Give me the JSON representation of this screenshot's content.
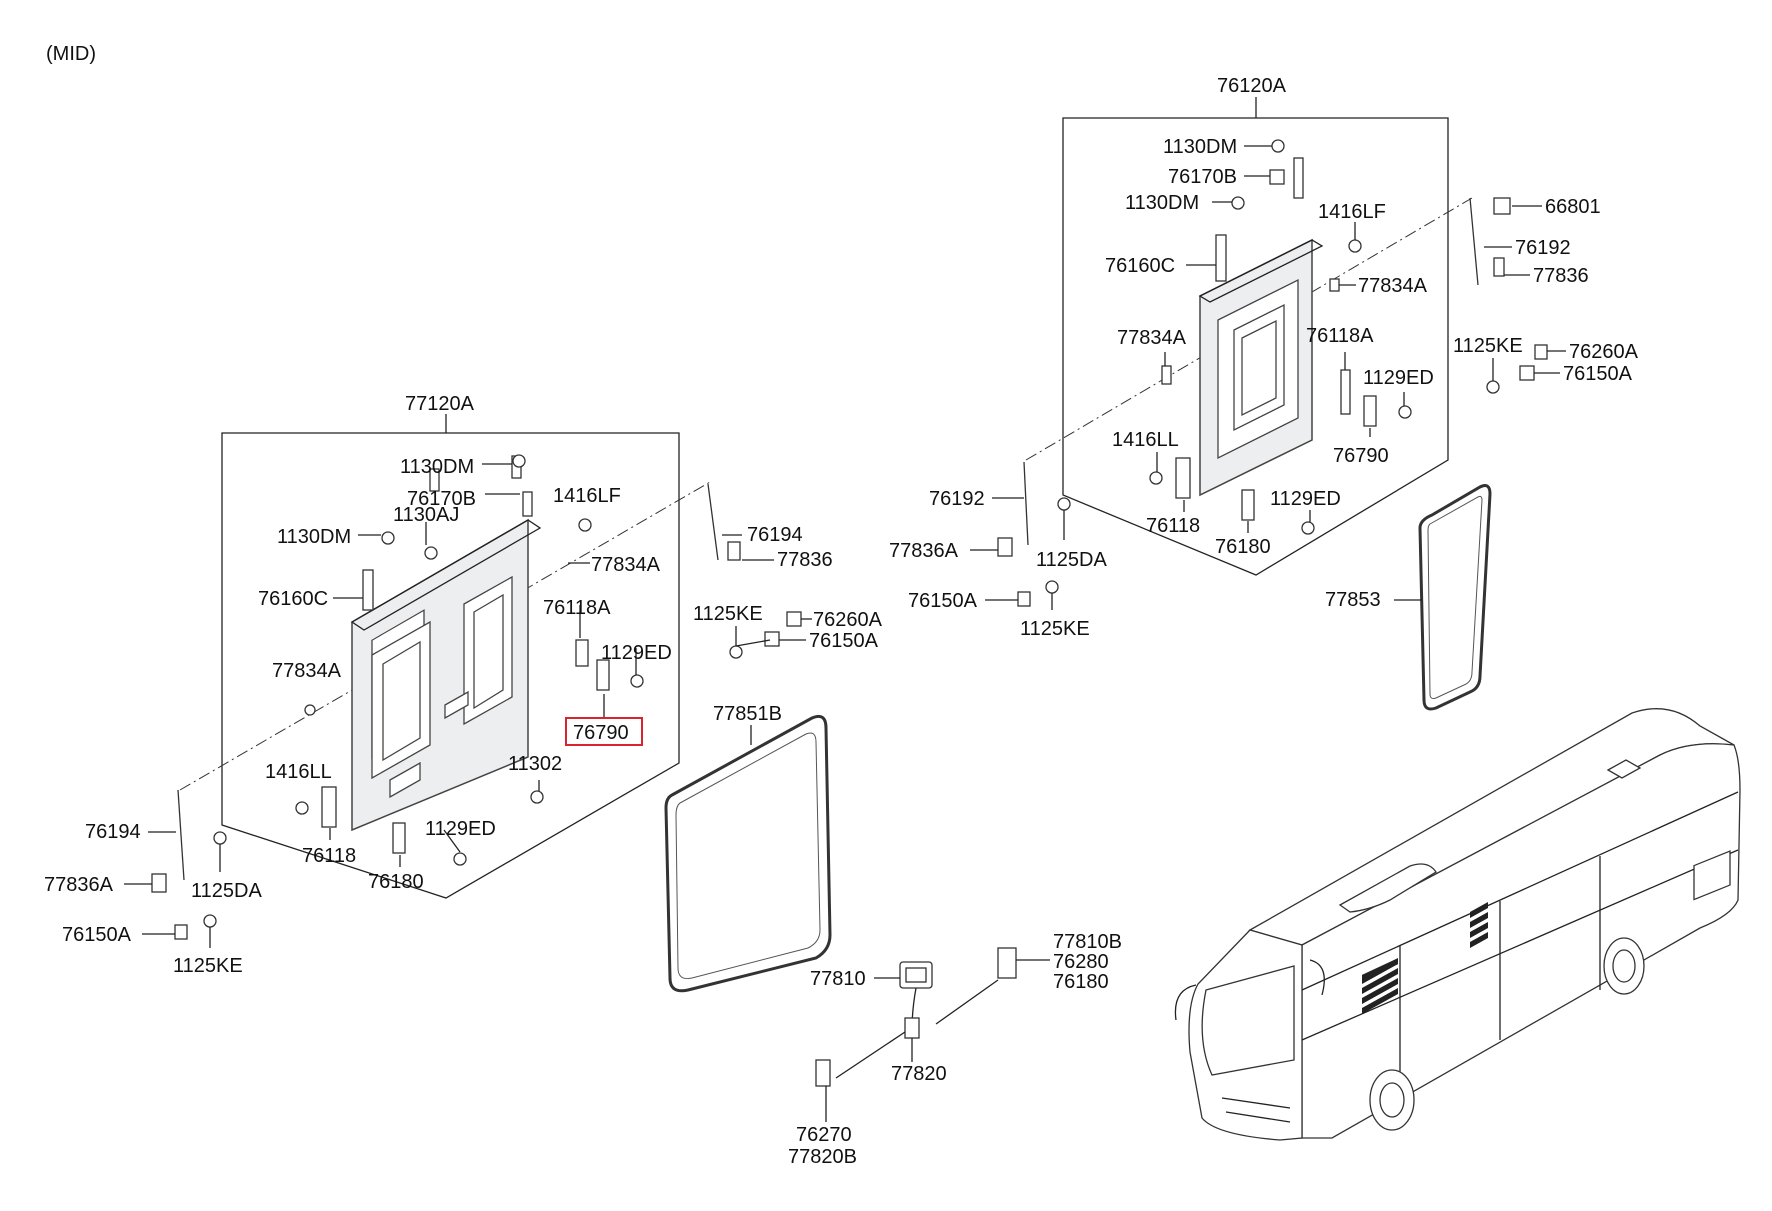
{
  "header": {
    "variant": "(MID)"
  },
  "assemblies": {
    "left": "77120A",
    "right": "76120A"
  },
  "labels": {
    "l_1130DM_a": "1130DM",
    "l_76170B": "76170B",
    "l_1416LF": "1416LF",
    "l_1130DM_b": "1130DM",
    "l_1130AJ": "1130AJ",
    "l_77834A_a": "77834A",
    "l_76160C": "76160C",
    "l_76118A": "76118A",
    "l_1129ED_a": "1129ED",
    "l_77834A_b": "77834A",
    "l_76790": "76790",
    "l_11302": "11302",
    "l_1416LL": "1416LL",
    "l_1129ED_b": "1129ED",
    "l_76118": "76118",
    "l_76180": "76180",
    "l_76194_a": "76194",
    "l_77836": "77836",
    "l_76194_b": "76194",
    "l_77836A": "77836A",
    "l_1125DA": "1125DA",
    "l_76150A": "76150A",
    "l_1125KE": "1125KE",
    "m_1125KE": "1125KE",
    "m_76260A": "76260A",
    "m_76150A": "76150A",
    "m_77851B": "77851B",
    "r_1130DM_a": "1130DM",
    "r_76170B": "76170B",
    "r_1130DM_b": "1130DM",
    "r_1416LF": "1416LF",
    "r_76160C": "76160C",
    "r_77834A_a": "77834A",
    "r_77834A_b": "77834A",
    "r_76118A": "76118A",
    "r_1129ED_a": "1129ED",
    "r_1416LL": "1416LL",
    "r_76790": "76790",
    "r_1129ED_b": "1129ED",
    "r_76118": "76118",
    "r_76180": "76180",
    "r_76192_a": "76192",
    "r_77836A": "77836A",
    "r_1125DA": "1125DA",
    "r_76150A": "76150A",
    "r_1125KE": "1125KE",
    "r_66801": "66801",
    "r_76192_b": "76192",
    "r_77836": "77836",
    "r_1125KE_b": "1125KE",
    "r_76260A": "76260A",
    "r_76150A_b": "76150A",
    "r_77853": "77853",
    "c_77810": "77810",
    "c_77810B": "77810B",
    "c_76280": "76280",
    "c_76180": "76180",
    "c_77820": "77820",
    "c_76270": "76270",
    "c_77820B": "77820B"
  },
  "highlight": {
    "part": "76790",
    "color": "#d9232d"
  }
}
